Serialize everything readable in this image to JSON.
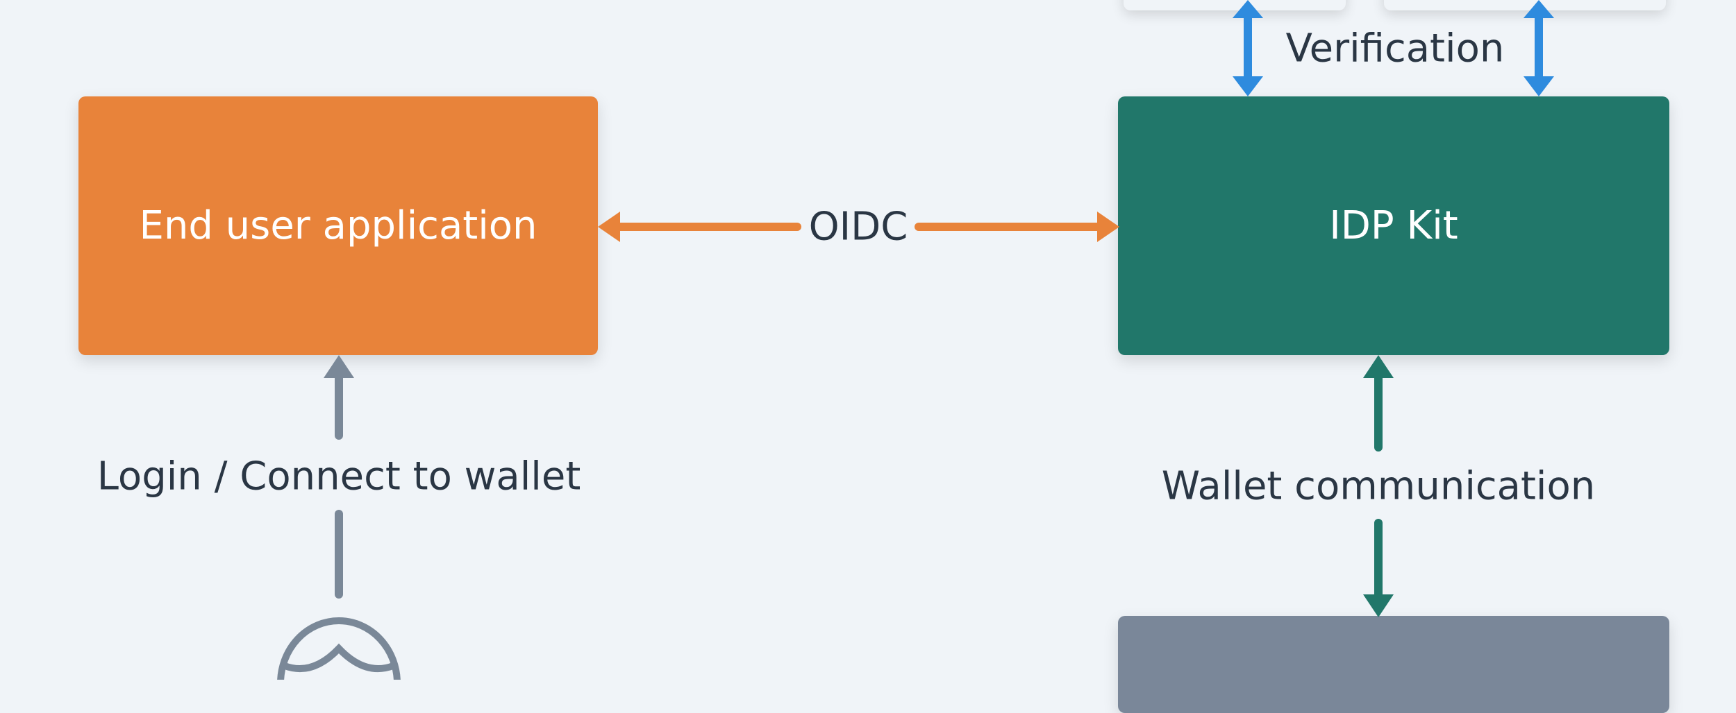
{
  "nodes": {
    "end_user_app": "End user application",
    "idp_kit": "IDP Kit"
  },
  "edges": {
    "oidc": "OIDC",
    "verification": "Verification",
    "login": "Login / Connect to wallet",
    "wallet_comm": "Wallet communication"
  },
  "colors": {
    "orange": "#e8833a",
    "green": "#21776a",
    "gray": "#7a8799",
    "blue": "#2e8bde",
    "background": "#f0f4f8"
  }
}
